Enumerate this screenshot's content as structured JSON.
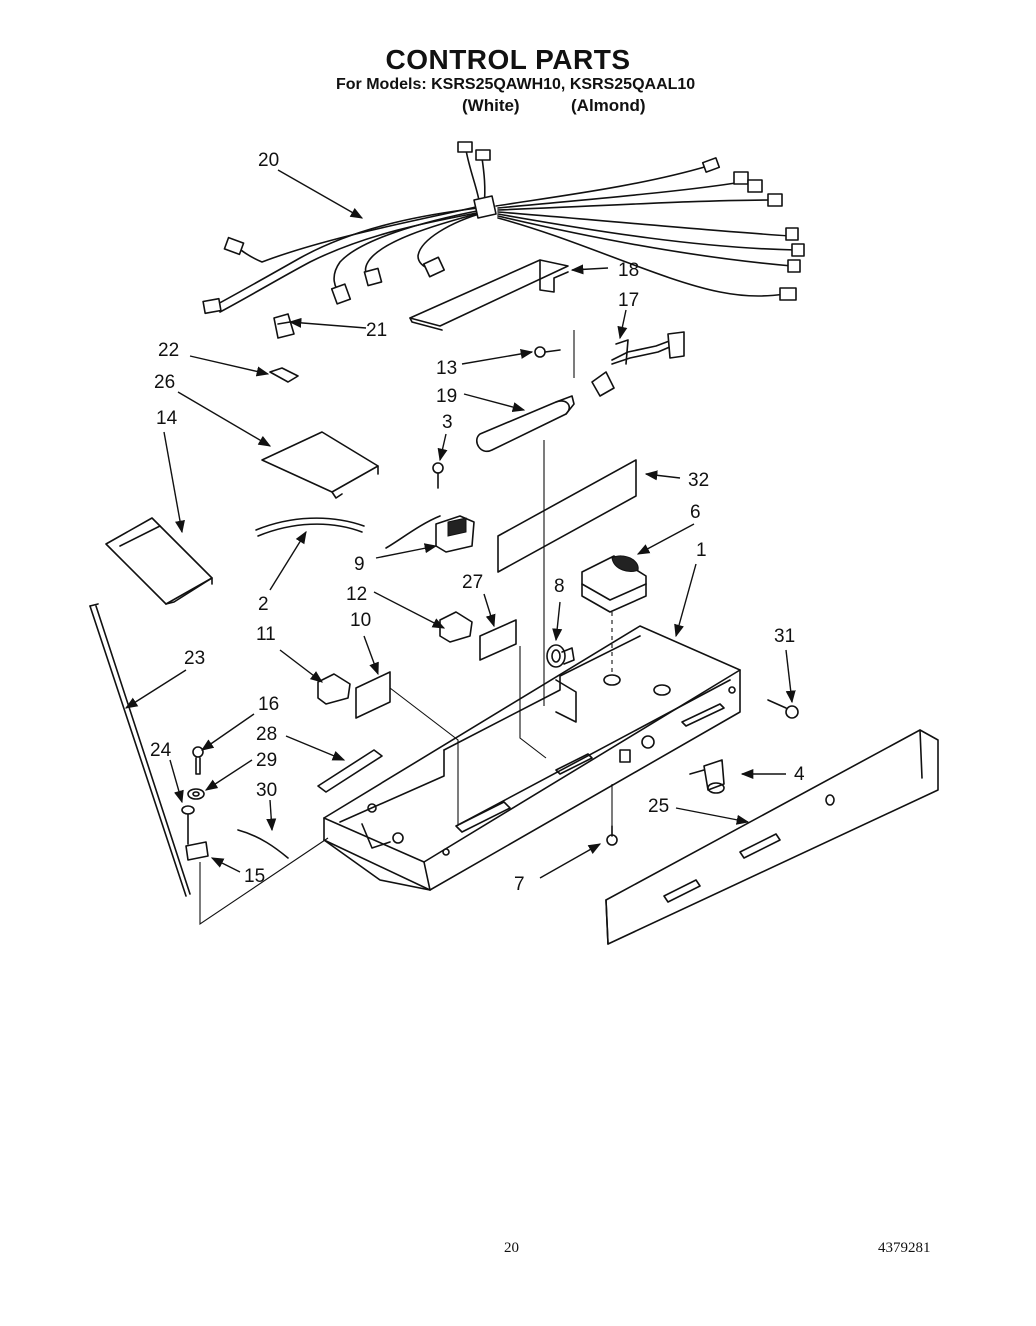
{
  "header": {
    "title": "CONTROL PARTS",
    "models": "For Models: KSRS25QAWH10, KSRS25QAAL10",
    "variant_white": "(White)",
    "variant_almond": "(Almond)"
  },
  "callouts": {
    "c1": "1",
    "c2": "2",
    "c3": "3",
    "c4": "4",
    "c6": "6",
    "c7": "7",
    "c8": "8",
    "c9": "9",
    "c10": "10",
    "c11": "11",
    "c12": "12",
    "c13": "13",
    "c14": "14",
    "c15": "15",
    "c16": "16",
    "c17": "17",
    "c18": "18",
    "c19": "19",
    "c20": "20",
    "c21": "21",
    "c22": "22",
    "c23": "23",
    "c24": "24",
    "c25": "25",
    "c26": "26",
    "c27": "27",
    "c28": "28",
    "c29": "29",
    "c30": "30",
    "c31": "31",
    "c32": "32"
  },
  "footer": {
    "page_number": "20",
    "document_number": "4379281"
  }
}
